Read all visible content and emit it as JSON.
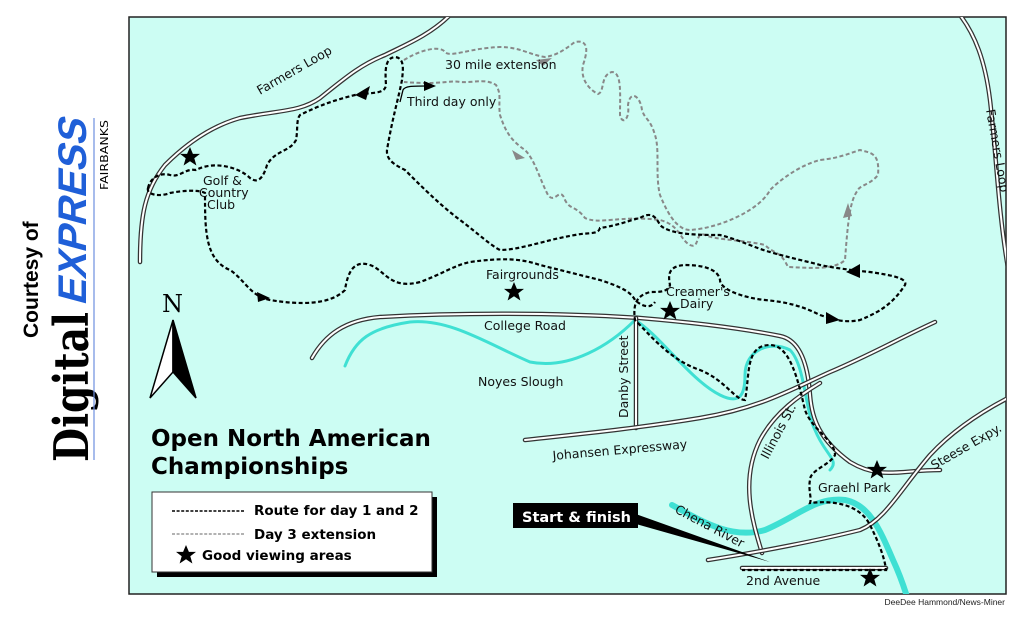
{
  "logo": {
    "courtesy": "Courtesy of",
    "brand_main": "Digital",
    "brand_accent": "EXPRESS",
    "brand_city": "FAIRBANKS",
    "accent_color": "#1f5fd8"
  },
  "map": {
    "title_line1": "Open North American",
    "title_line2": "Championships",
    "north": "N",
    "credit": "DeeDee Hammond/News-Miner",
    "start_finish": "Start & finish",
    "background_color": "#ccfdf3",
    "river_color": "#3fe0d3",
    "labels": {
      "farmers_loop_west": "Farmers Loop",
      "farmers_loop_east": "Farmers Loop",
      "extension_30": "30 mile extension",
      "third_day": "Third day only",
      "golf_1": "Golf &",
      "golf_2": "Country",
      "golf_3": "Club",
      "fairgrounds": "Fairgrounds",
      "creamers_1": "Creamer's",
      "creamers_2": "Dairy",
      "college_road": "College Road",
      "noyes_slough": "Noyes Slough",
      "danby_street": "Danby Street",
      "johansen": "Johansen Expressway",
      "illinois": "Illinois St.",
      "steese": "Steese Expy.",
      "graehl_park": "Graehl Park",
      "chena_river": "Chena River",
      "second_avenue": "2nd Avenue"
    }
  },
  "legend": {
    "items": [
      {
        "label": "Route for day 1 and 2",
        "symbol": "black-dashed-line"
      },
      {
        "label": "Day 3 extension",
        "symbol": "gray-dashed-line"
      },
      {
        "label": "Good viewing areas",
        "symbol": "star"
      }
    ]
  }
}
